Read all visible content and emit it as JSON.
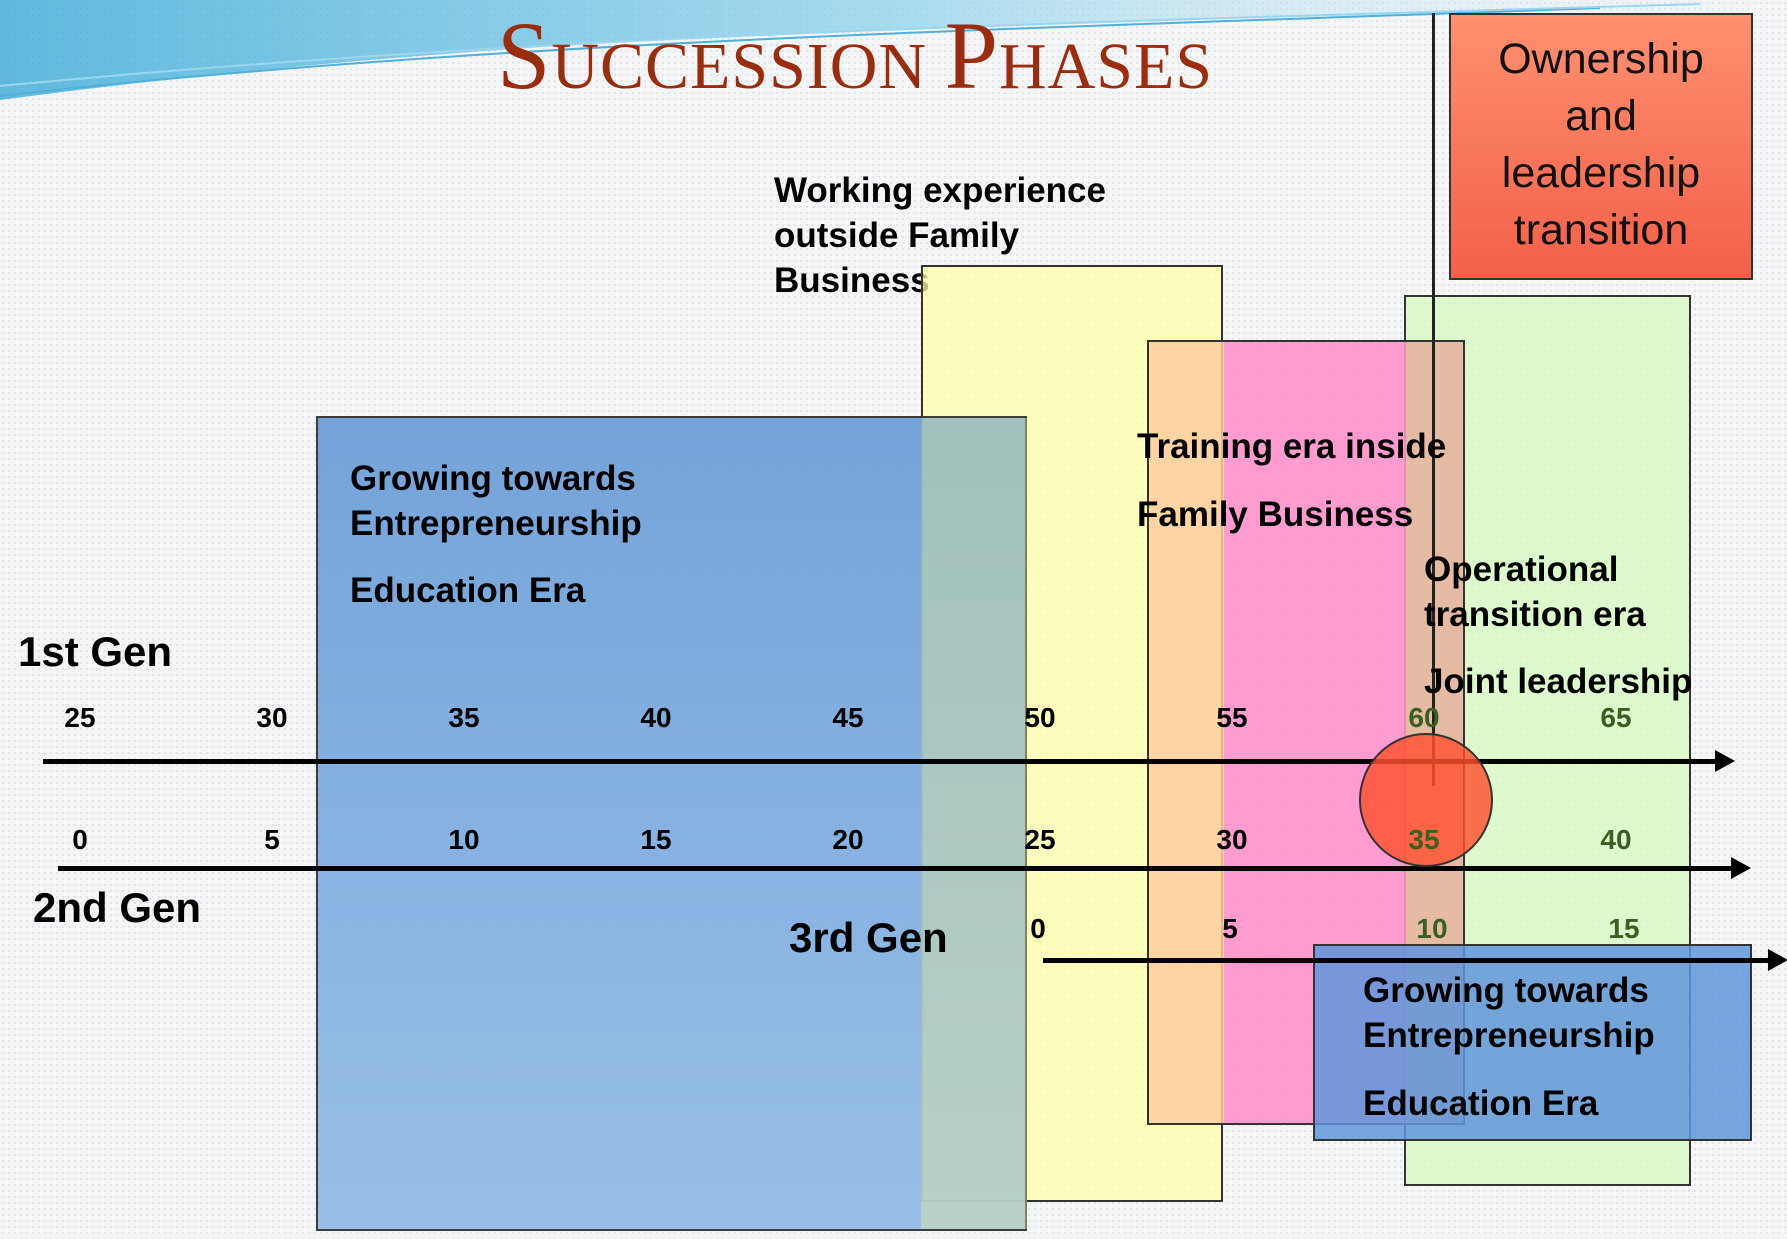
{
  "title": {
    "first": "S",
    "rest1": "UCCESSION ",
    "second": "P",
    "rest2": "HASES"
  },
  "ownership_box": "Ownership and leadership transition",
  "working_label": "Working experience outside Family Business",
  "training_label": {
    "line1": "Training era inside",
    "line2": "Family Business"
  },
  "operational_label": {
    "line1": "Operational transition era",
    "line2": "Joint leadership"
  },
  "growing_box_1": {
    "line1": "Growing towards Entrepreneurship",
    "line2": "Education Era"
  },
  "growing_box_2": {
    "line1": "Growing towards Entrepreneurship",
    "line2": "Education Era"
  },
  "generations": {
    "first": "1st Gen",
    "second": "2nd Gen",
    "third": "3rd Gen"
  },
  "axis_1": [
    "25",
    "30",
    "35",
    "40",
    "45",
    "50",
    "55",
    "60",
    "65"
  ],
  "axis_2": [
    "0",
    "5",
    "10",
    "15",
    "20",
    "25",
    "30",
    "35",
    "40"
  ],
  "axis_3": [
    "0",
    "5",
    "10",
    "15"
  ],
  "colors": {
    "title": "#9a2c0f",
    "blue_box": "#6f9fd8",
    "yellow_box": "#ffffb0",
    "pink_box": "#ff8fc8",
    "green_box": "#d8f8c0",
    "orange_box": "#ff8060",
    "circle": "#ff5030",
    "tick_green": "#3a5f20"
  }
}
